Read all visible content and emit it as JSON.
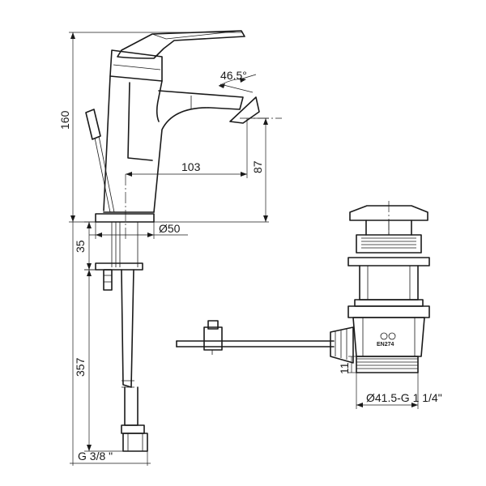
{
  "dimensions": {
    "total_height": "160",
    "handle_angle": "46.5°",
    "spout_reach": "103",
    "spout_height": "87",
    "base_diameter": "Ø50",
    "deck_thickness": "35",
    "hose_length": "357",
    "connection_thread": "G 3/8 \"",
    "waste_thread_height": "11",
    "waste_spec": "Ø41.5-G 1 1/4\""
  },
  "marks": {
    "standard": "EN274"
  }
}
